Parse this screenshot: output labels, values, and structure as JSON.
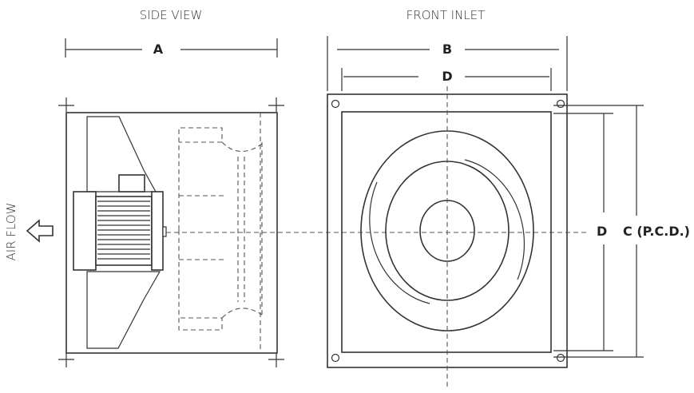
{
  "views": {
    "side_title": "SIDE VIEW",
    "front_title": "FRONT INLET"
  },
  "dimensions": {
    "a": "A",
    "b": "B",
    "d_top": "D",
    "d_right": "D",
    "c": "C (P.C.D.)"
  },
  "airflow": {
    "label": "AIR FLOW",
    "arrow_icon": "left-arrow-icon"
  }
}
